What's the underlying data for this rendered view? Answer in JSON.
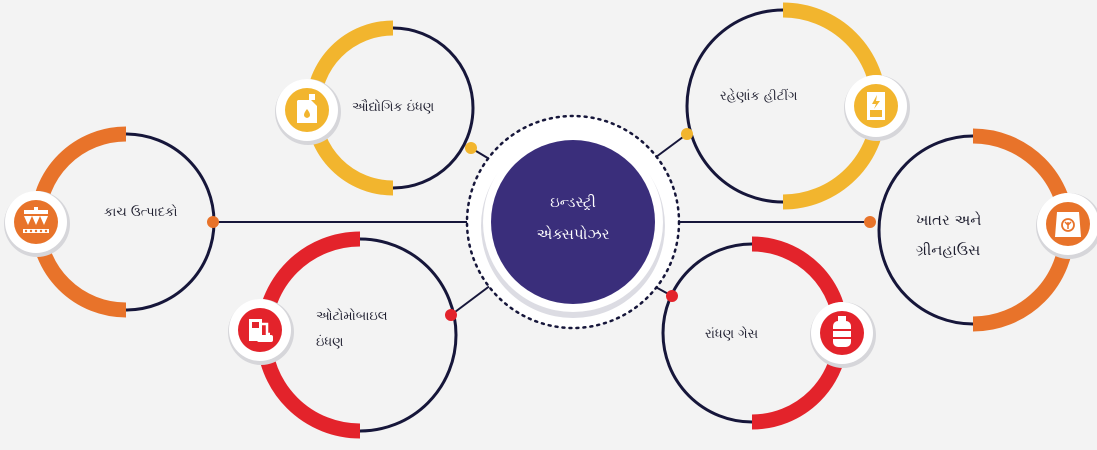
{
  "center": {
    "line1": "ઇન્ડસ્ટ્રી",
    "line2": "એક્સપોઝર",
    "color": "#3a2e7b"
  },
  "nodes": [
    {
      "id": "industrial-fuel",
      "lines": [
        "ઔદ્યોગિક ઇંધણ"
      ],
      "color": "#f2b52e",
      "icon": "fuel-can-icon"
    },
    {
      "id": "residential-heating",
      "lines": [
        "રહેણાંક હીટીંગ"
      ],
      "color": "#f2b52e",
      "icon": "heater-icon"
    },
    {
      "id": "glass-production",
      "lines": [
        "કાચ ઉત્પાદકો"
      ],
      "color": "#e8732a",
      "icon": "glass-factory-icon"
    },
    {
      "id": "fertilizer-greenhouse",
      "lines": [
        "ખાતર અને",
        "ગ્રીનહાઉસ"
      ],
      "color": "#e8732a",
      "icon": "fertilizer-bag-icon"
    },
    {
      "id": "automobile-fuel",
      "lines": [
        "ઓટોમોબાઇલ",
        "ઇંધણ"
      ],
      "color": "#e3232b",
      "icon": "fuel-station-icon"
    },
    {
      "id": "cooking-gas",
      "lines": [
        "રાંધણ ગેસ"
      ],
      "color": "#e3232b",
      "icon": "gas-cylinder-icon"
    }
  ],
  "colors": {
    "navy": "#16163a",
    "background": "#f3f3f3",
    "yellow": "#f2b52e",
    "orange": "#e8732a",
    "red": "#e3232b"
  }
}
